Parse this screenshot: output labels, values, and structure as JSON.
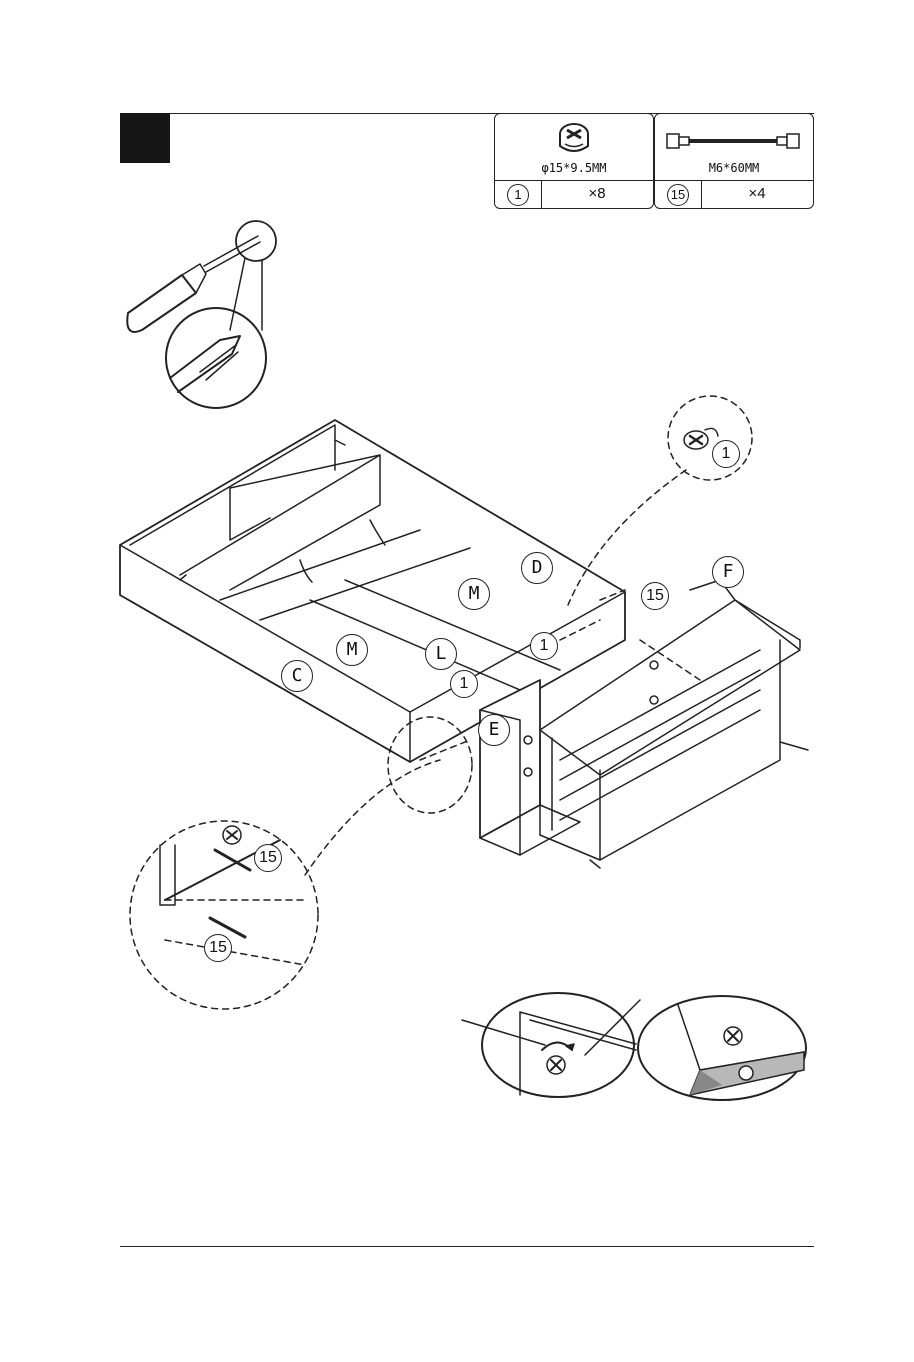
{
  "parts": [
    {
      "size": "φ15*9.5MM",
      "number": "1",
      "qty": "×8",
      "icon": "cam-lock-icon"
    },
    {
      "size": "M6*60MM",
      "number": "15",
      "qty": "×4",
      "icon": "connecting-bolt-icon"
    }
  ],
  "labels": {
    "C": "C",
    "D": "D",
    "E": "E",
    "F": "F",
    "L": "L",
    "M1": "M",
    "M2": "M",
    "p1a": "1",
    "p1b": "1",
    "p1c": "1",
    "p15a": "15",
    "p15b": "15",
    "p15c": "15"
  },
  "icons": [
    "screwdriver-icon",
    "phillips-tip-icon",
    "cam-lock-icon",
    "connecting-bolt-icon",
    "rotate-arrow-icon"
  ],
  "colors": {
    "ink": "#222222",
    "step_box": "#161616",
    "edge_fill": "#b8b8b8"
  }
}
